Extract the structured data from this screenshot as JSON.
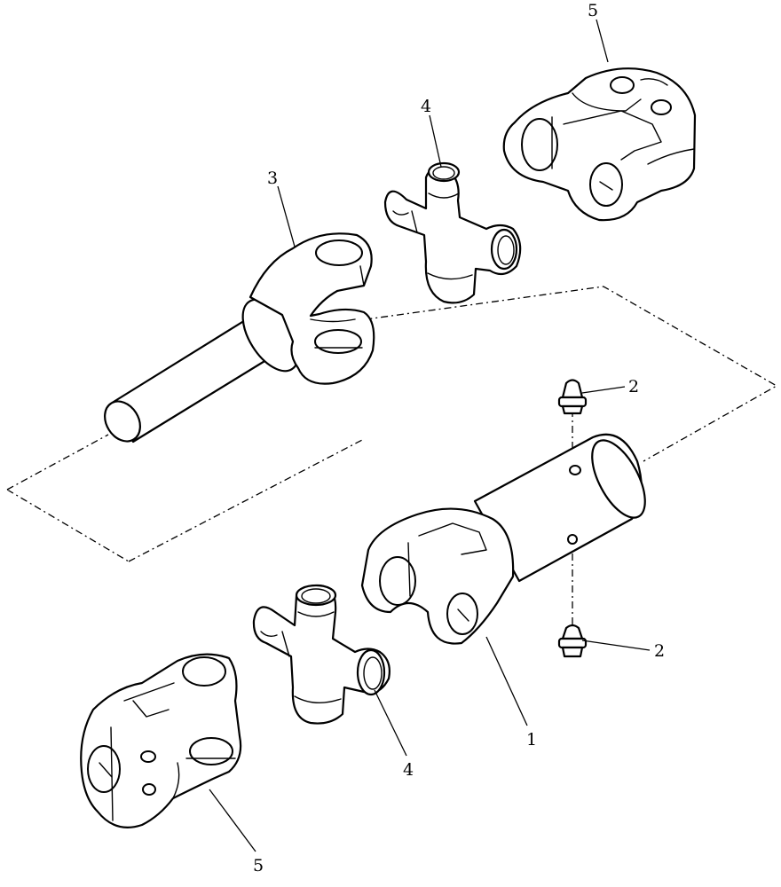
{
  "callouts": {
    "yoke_tube": "1",
    "grease_fitting_top": "2",
    "grease_fitting_bottom": "2",
    "shaft_yoke": "3",
    "cross_top": "4",
    "cross_bottom": "4",
    "flange_yoke_top": "5",
    "flange_yoke_bottom": "5"
  }
}
